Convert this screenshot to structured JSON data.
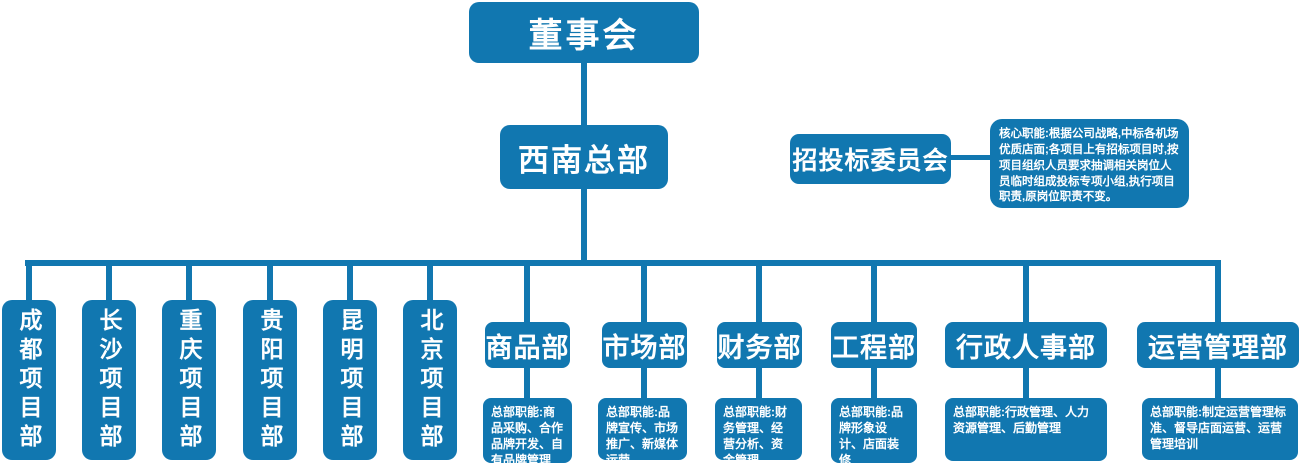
{
  "colors": {
    "primary": "#1177B0",
    "node_text": "#FFFFFF",
    "background": "#FFFFFF"
  },
  "org": {
    "root": {
      "label": "董事会"
    },
    "hq": {
      "label": "西南总部"
    },
    "committee": {
      "label": "招投标委员会",
      "note": "核心职能:根据公司战略,中标各机场优质店面;各项目上有招标项目时,按项目组织人员要求抽调相关岗位人员临时组成投标专项小组,执行项目职责,原岗位职责不变。"
    },
    "project_offices": [
      {
        "label": "成都项目部"
      },
      {
        "label": "长沙项目部"
      },
      {
        "label": "重庆项目部"
      },
      {
        "label": "贵阳项目部"
      },
      {
        "label": "昆明项目部"
      },
      {
        "label": "北京项目部"
      }
    ],
    "departments": [
      {
        "label": "商品部",
        "duties": "总部职能:商品采购、合作品牌开发、自有品牌管理"
      },
      {
        "label": "市场部",
        "duties": "总部职能:品牌宣传、市场推广、新媒体运营"
      },
      {
        "label": "财务部",
        "duties": "总部职能:财务管理、经营分析、资金管理"
      },
      {
        "label": "工程部",
        "duties": "总部职能:品牌形象设计、店面装修"
      },
      {
        "label": "行政人事部",
        "duties": "总部职能:行政管理、人力资源管理、后勤管理"
      },
      {
        "label": "运营管理部",
        "duties": "总部职能:制定运营管理标准、督导店面运营、运营管理培训"
      }
    ]
  }
}
